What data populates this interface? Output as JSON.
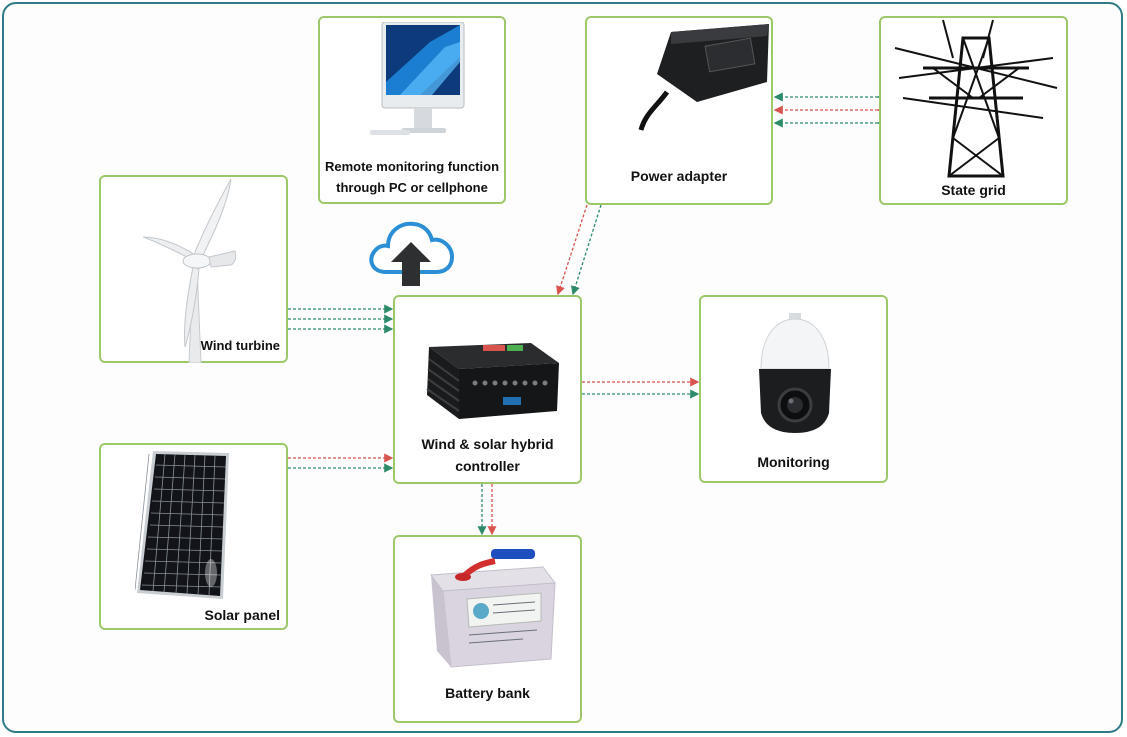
{
  "nodes": {
    "remote": {
      "line1": "Remote monitoring function",
      "line2": "through PC or cellphone",
      "icon": "desktop-computer-icon"
    },
    "power_adapter": {
      "label": "Power adapter",
      "icon": "power-adapter-icon"
    },
    "state_grid": {
      "label": "State grid",
      "icon": "transmission-tower-icon"
    },
    "wind_turbine": {
      "label": "Wind turbine",
      "icon": "wind-turbine-icon"
    },
    "controller": {
      "line1": "Wind & solar hybrid",
      "line2": "controller",
      "icon": "controller-icon"
    },
    "monitoring": {
      "label": "Monitoring",
      "icon": "dome-camera-icon"
    },
    "solar_panel": {
      "label": "Solar panel",
      "icon": "solar-panel-icon"
    },
    "battery_bank": {
      "label": "Battery bank",
      "icon": "battery-icon"
    },
    "cloud": {
      "icon": "cloud-upload-icon"
    }
  },
  "colors": {
    "border": "#9cc86a",
    "frame": "#2f7a85",
    "green_line": "#2e8b6a",
    "red_line": "#d9534f"
  }
}
